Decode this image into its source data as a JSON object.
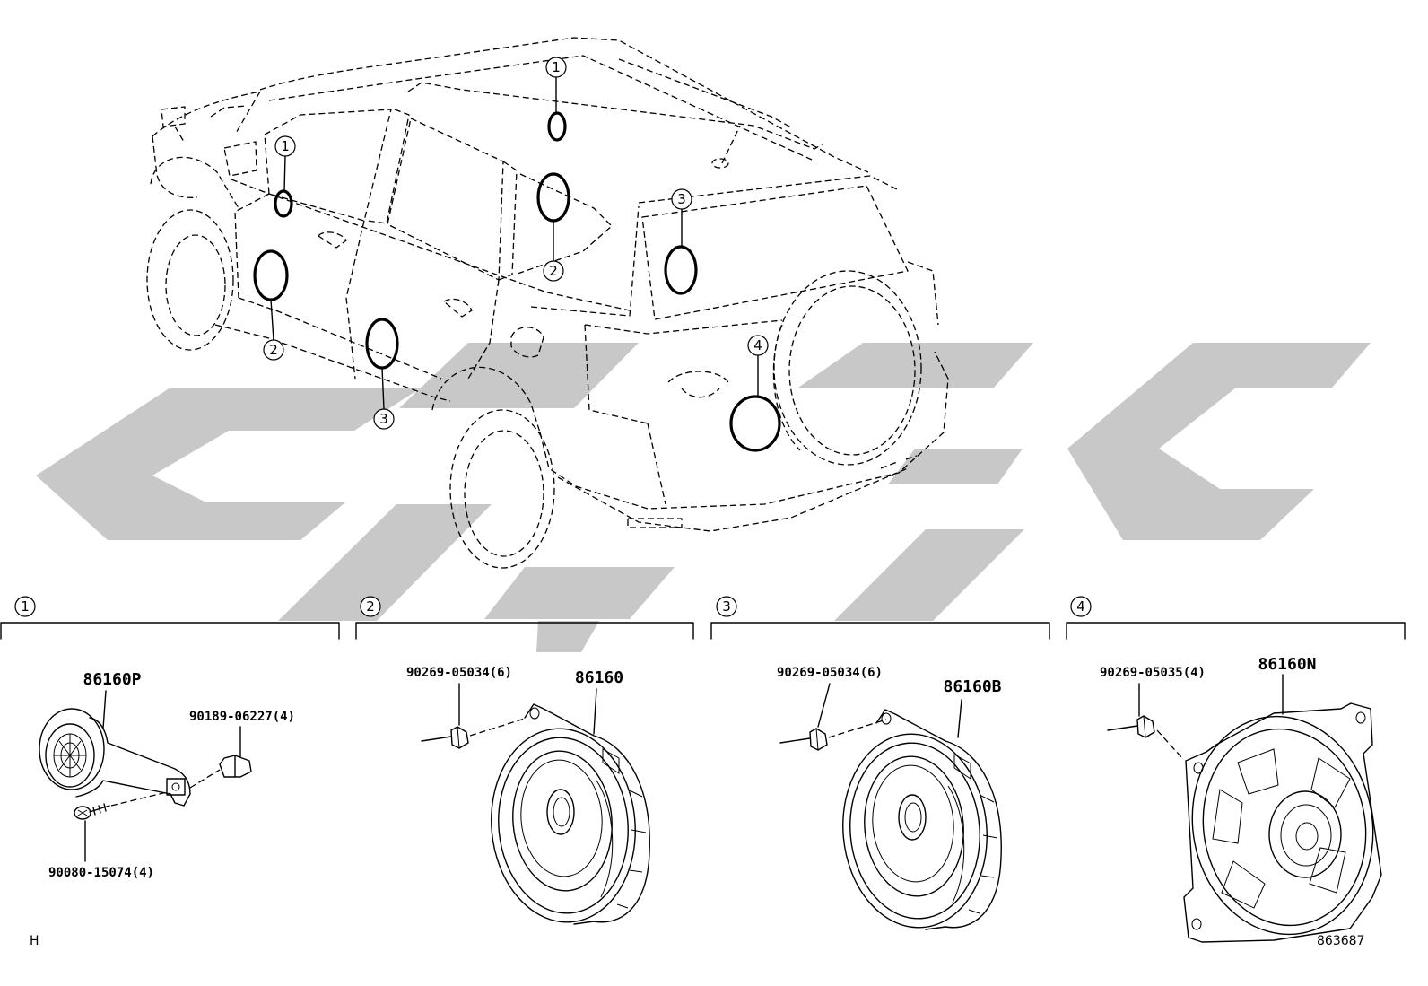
{
  "colors": {
    "background": "#ffffff",
    "line": "#000000",
    "watermark": "#c8c8c8"
  },
  "car_callouts": {
    "roof": "1",
    "front_door_upper": "1",
    "rear_door_upper": "2",
    "front_door_lower": "2",
    "rear_quarter": "3",
    "rear_door_lower": "3",
    "back_door": "4"
  },
  "sections": [
    {
      "number": "1",
      "assembly": "86160P",
      "fasteners": [
        "90189-06227(4)",
        "90080-15074(4)"
      ]
    },
    {
      "number": "2",
      "assembly": "86160",
      "fasteners": [
        "90269-05034(6)"
      ]
    },
    {
      "number": "3",
      "assembly": "86160B",
      "fasteners": [
        "90269-05034(6)"
      ]
    },
    {
      "number": "4",
      "assembly": "86160N",
      "fasteners": [
        "90269-05035(4)"
      ]
    }
  ],
  "footer": {
    "view_code": "H",
    "illustration_number": "863687"
  }
}
